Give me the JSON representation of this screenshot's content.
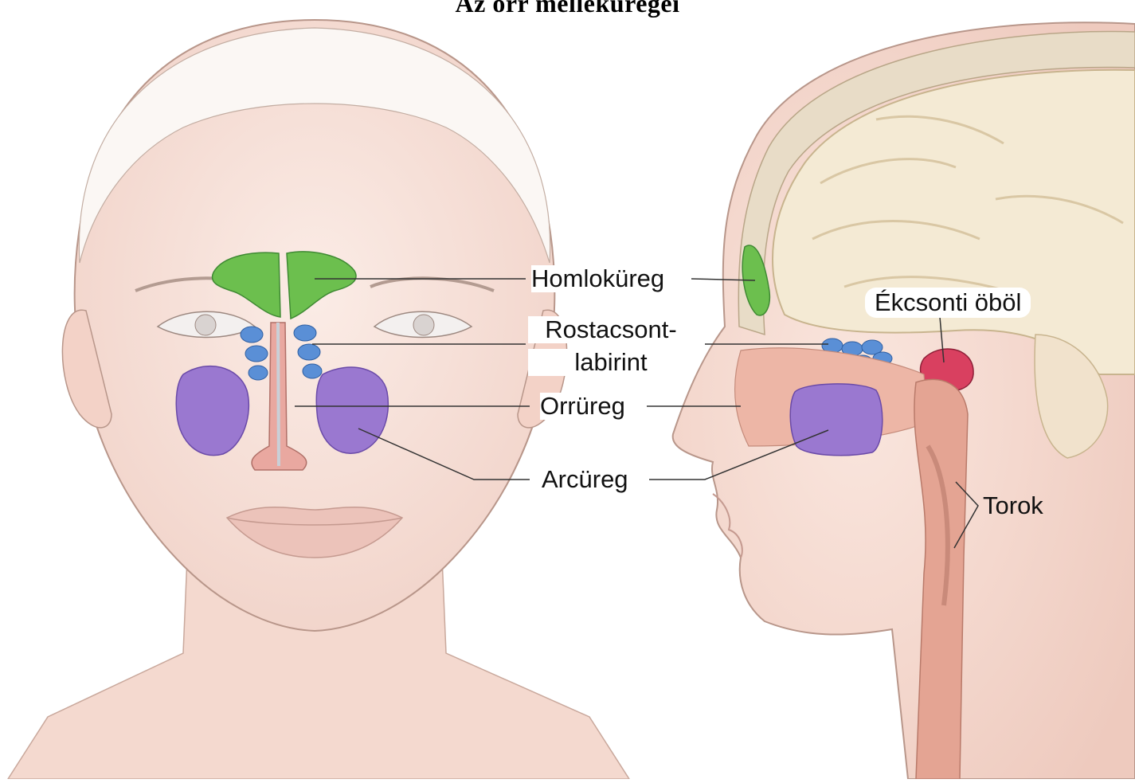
{
  "title": "Az orr melléküregei",
  "labels": {
    "frontal": "Homloküreg",
    "ethmoid_line1": "Rostacsont-",
    "ethmoid_line2": "labirint",
    "nasal": "Orrüreg",
    "maxillary": "Arcüreg",
    "sphenoid": "Ékcsonti öböl",
    "throat": "Torok"
  },
  "colors": {
    "frontal_sinus": "#6cbf4e",
    "ethmoid": "#5a8fd6",
    "maxillary": "#9a78d0",
    "sphenoid": "#d94060",
    "skin": "#f6dcd2",
    "brain": "#f4ead4",
    "airway": "#e4a493"
  }
}
